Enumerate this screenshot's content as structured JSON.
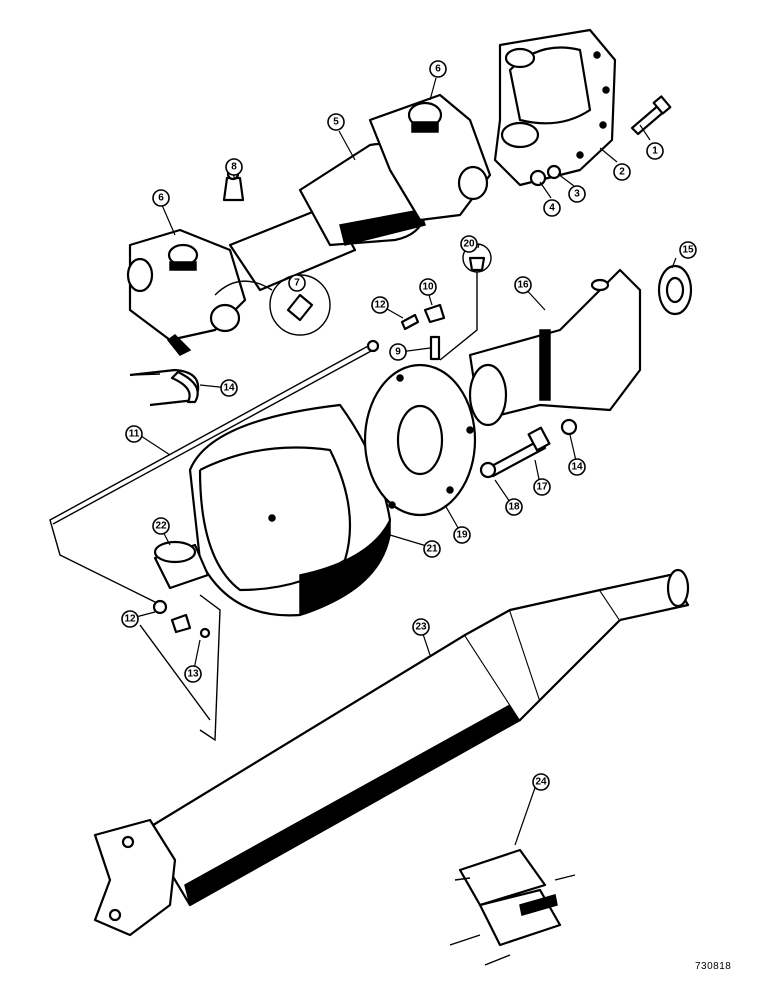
{
  "drawing_number": "730818",
  "callouts": [
    {
      "id": "c1",
      "label": "1"
    },
    {
      "id": "c2",
      "label": "2"
    },
    {
      "id": "c3",
      "label": "3"
    },
    {
      "id": "c4",
      "label": "4"
    },
    {
      "id": "c5",
      "label": "5"
    },
    {
      "id": "c6a",
      "label": "6"
    },
    {
      "id": "c6b",
      "label": "6"
    },
    {
      "id": "c7",
      "label": "7"
    },
    {
      "id": "c8",
      "label": "8"
    },
    {
      "id": "c9",
      "label": "9"
    },
    {
      "id": "c10",
      "label": "10"
    },
    {
      "id": "c11",
      "label": "11"
    },
    {
      "id": "c12a",
      "label": "12"
    },
    {
      "id": "c12b",
      "label": "12"
    },
    {
      "id": "c13",
      "label": "13"
    },
    {
      "id": "c14a",
      "label": "14"
    },
    {
      "id": "c14b",
      "label": "14"
    },
    {
      "id": "c15",
      "label": "15"
    },
    {
      "id": "c16",
      "label": "16"
    },
    {
      "id": "c17",
      "label": "17"
    },
    {
      "id": "c18",
      "label": "18"
    },
    {
      "id": "c19",
      "label": "19"
    },
    {
      "id": "c20",
      "label": "20"
    },
    {
      "id": "c21",
      "label": "21"
    },
    {
      "id": "c22",
      "label": "22"
    },
    {
      "id": "c23",
      "label": "23"
    },
    {
      "id": "c24",
      "label": "24"
    }
  ]
}
